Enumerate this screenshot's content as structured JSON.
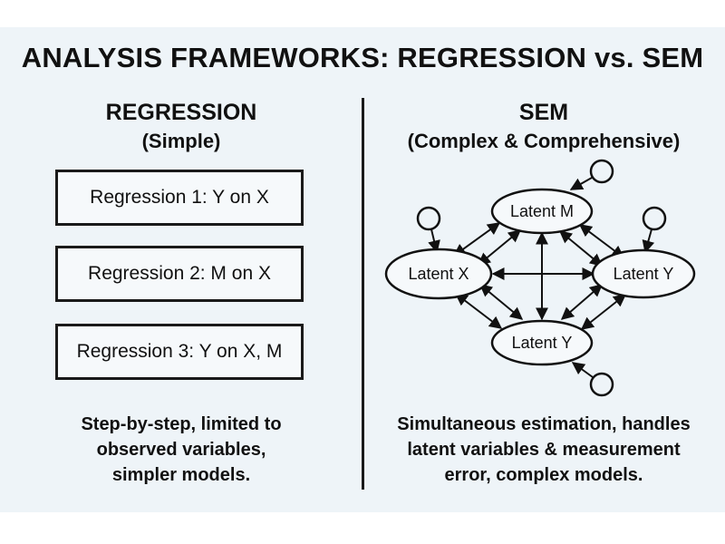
{
  "title": "ANALYSIS FRAMEWORKS: REGRESSION vs. SEM",
  "regression": {
    "heading": "REGRESSION",
    "subheading": "(Simple)",
    "boxes": [
      "Regression 1: Y on X",
      "Regression 2: M on X",
      "Regression 3: Y on X, M"
    ],
    "summary_lines": [
      "Step-by-step, limited to",
      "observed variables,",
      "simpler models."
    ]
  },
  "sem": {
    "heading": "SEM",
    "subheading": "(Complex & Comprehensive)",
    "nodes": {
      "top": "Latent M",
      "left": "Latent X",
      "right": "Latent Y",
      "bottom": "Latent Y"
    },
    "summary_lines": [
      "Simultaneous estimation, handles",
      "latent variables & measurement",
      "error, complex models."
    ]
  },
  "colors": {
    "background": "#eef4f8",
    "ink": "#111111"
  }
}
